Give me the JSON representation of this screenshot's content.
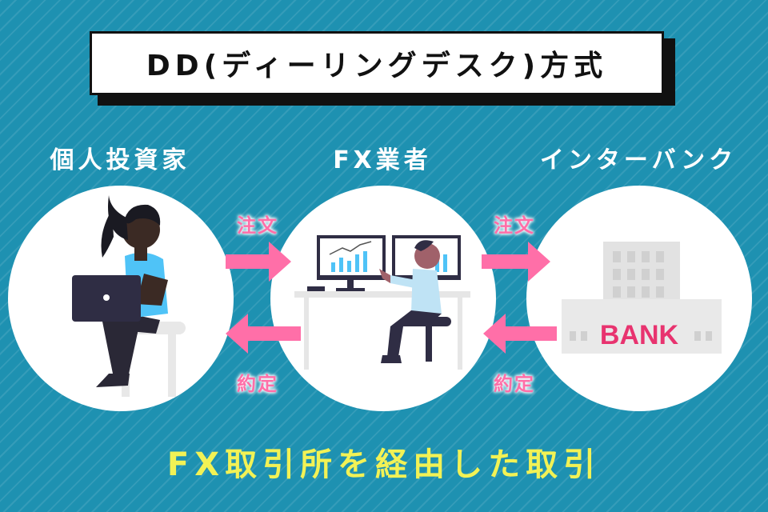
{
  "title": "DD(ディーリングデスク)方式",
  "columns": {
    "investor": "個人投資家",
    "broker": "FX業者",
    "interbank": "インターバンク"
  },
  "arrows": {
    "order_label": "注文",
    "execution_label": "約定"
  },
  "bank_label": "BANK",
  "footer": "FX取引所を経由した取引",
  "colors": {
    "background": "#1e91b1",
    "arrow": "#ff6fa8",
    "footer_text": "#f2f255",
    "bank_label": "#e8336f"
  }
}
